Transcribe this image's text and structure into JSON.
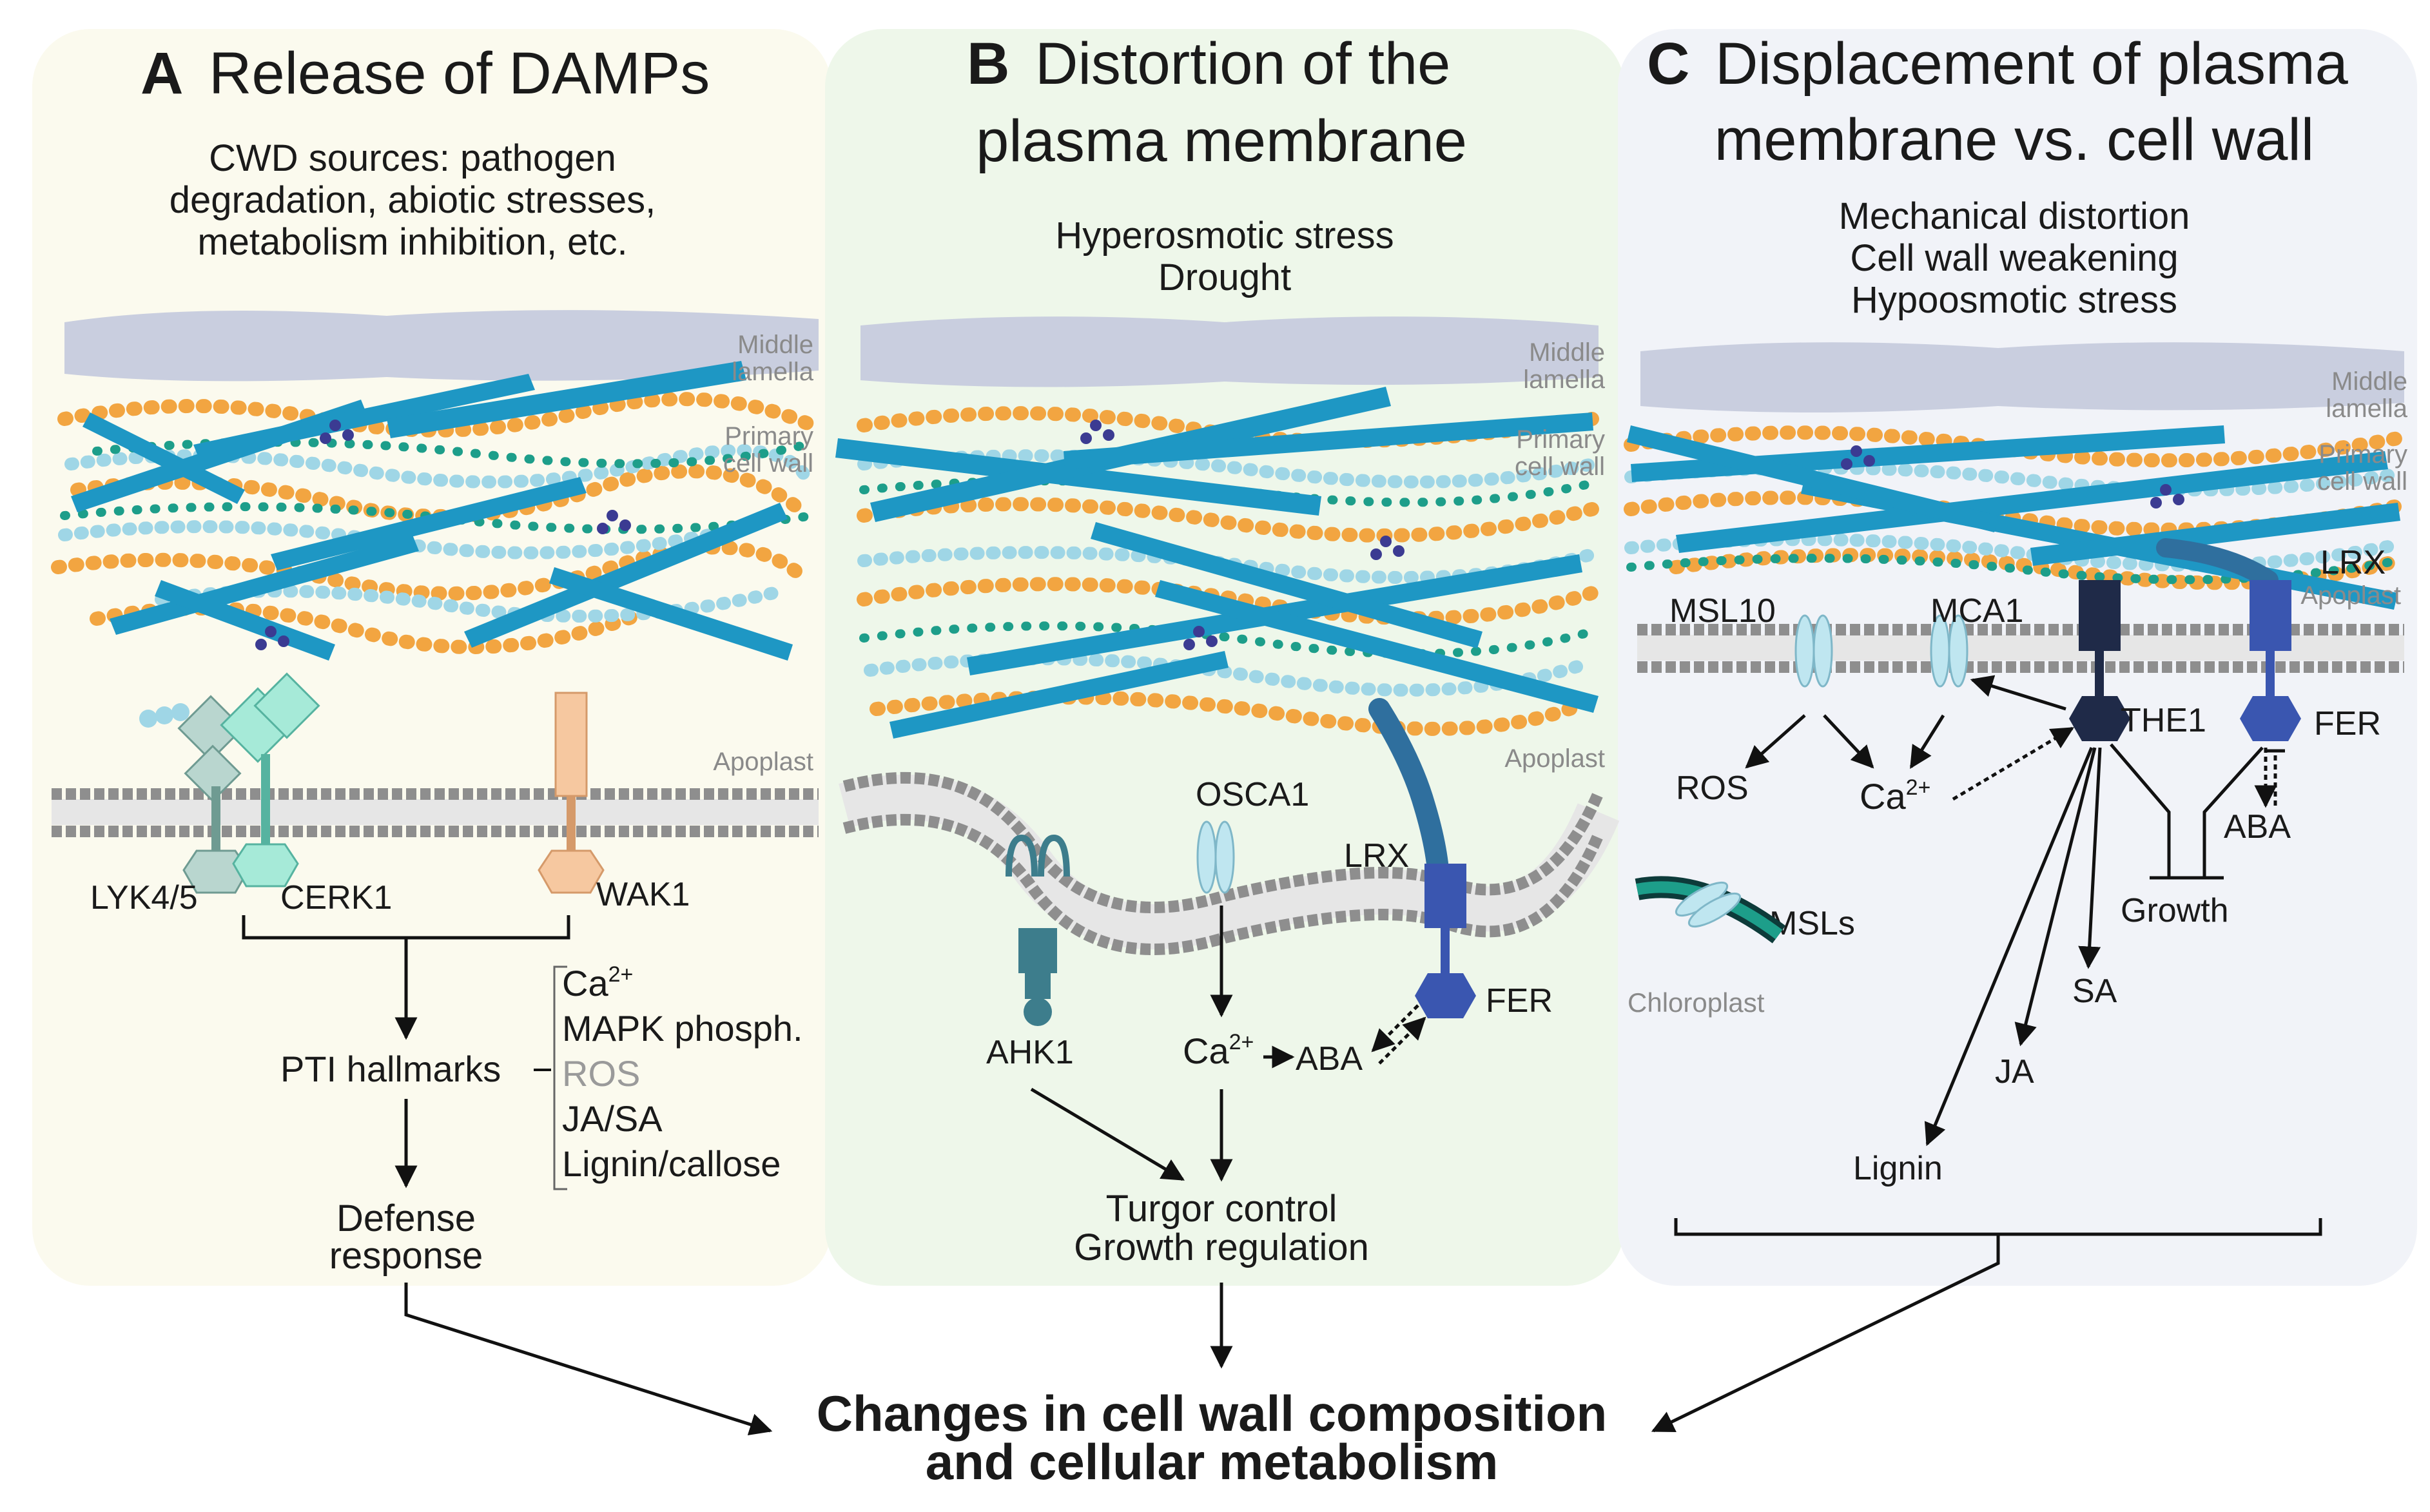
{
  "panel_a": {
    "letter": "A",
    "title": "Release of DAMPs",
    "subtitle_lines": [
      "CWD sources: pathogen",
      "degradation, abiotic stresses,",
      "metabolism inhibition, etc."
    ],
    "wall_labels": {
      "middle_lamella_1": "Middle",
      "middle_lamella_2": "lamella",
      "primary_1": "Primary",
      "primary_2": "cell wall",
      "apoplast": "Apoplast"
    },
    "receptors": [
      "LYK4/5",
      "CERK1",
      "WAK1"
    ],
    "pti": "PTI hallmarks",
    "hallmarks": {
      "ca": "Ca",
      "ca_sup": "2+",
      "mapk": "MAPK phosph.",
      "ros": "ROS",
      "jasa": "JA/SA",
      "lignin": "Lignin/callose"
    },
    "defense_1": "Defense",
    "defense_2": "response",
    "colors": {
      "background": "#fbfaee",
      "ros": "#9a9a9a"
    }
  },
  "panel_b": {
    "letter": "B",
    "title_1": "Distortion of the",
    "title_2": "plasma membrane",
    "subtitle_lines": [
      "Hyperosmotic stress",
      "Drought"
    ],
    "wall_labels": {
      "middle_lamella_1": "Middle",
      "middle_lamella_2": "lamella",
      "primary_1": "Primary",
      "primary_2": "cell wall",
      "apoplast": "Apoplast"
    },
    "components": {
      "osca1": "OSCA1",
      "lrx": "LRX",
      "ahk1": "AHK1",
      "ca": "Ca",
      "ca_sup": "2+",
      "aba": "ABA",
      "fer": "FER"
    },
    "outcome_1": "Turgor control",
    "outcome_2": "Growth regulation",
    "colors": {
      "background": "#eef7ea"
    }
  },
  "panel_c": {
    "letter": "C",
    "title_1": "Displacement of plasma",
    "title_2": "membrane vs. cell wall",
    "subtitle_lines": [
      "Mechanical distortion",
      "Cell wall weakening",
      "Hypoosmotic stress"
    ],
    "wall_labels": {
      "middle_lamella_1": "Middle",
      "middle_lamella_2": "lamella",
      "primary_1": "Primary",
      "primary_2": "cell wall",
      "apoplast": "Apoplast"
    },
    "components": {
      "msl10": "MSL10",
      "mca1": "MCA1",
      "lrx": "LRX",
      "the1": "THE1",
      "fer": "FER",
      "ros": "ROS",
      "ca": "Ca",
      "ca_sup": "2+",
      "aba": "ABA",
      "growth": "Growth",
      "msls": "MSLs",
      "chloroplast": "Chloroplast",
      "sa": "SA",
      "ja": "JA",
      "lignin": "Lignin"
    },
    "colors": {
      "background": "#f1f3f8"
    }
  },
  "bottom": {
    "line_1": "Changes in cell wall composition",
    "line_2": "and cellular metabolism"
  },
  "colors": {
    "cellulose": "#1e97c4",
    "pectin_orange": "#f2a541",
    "hemicellulose_blue": "#9fd6e6",
    "green_beads": "#1d9e8a",
    "membrane_head": "#8e8e8e",
    "lamella": "#c9cedf",
    "receptor_dark": "#1f2a48",
    "receptor_blue": "#3a56b0",
    "ahk1": "#3d7d8c",
    "cerk1": "#a6ead8",
    "wak1": "#f6c8a0"
  }
}
